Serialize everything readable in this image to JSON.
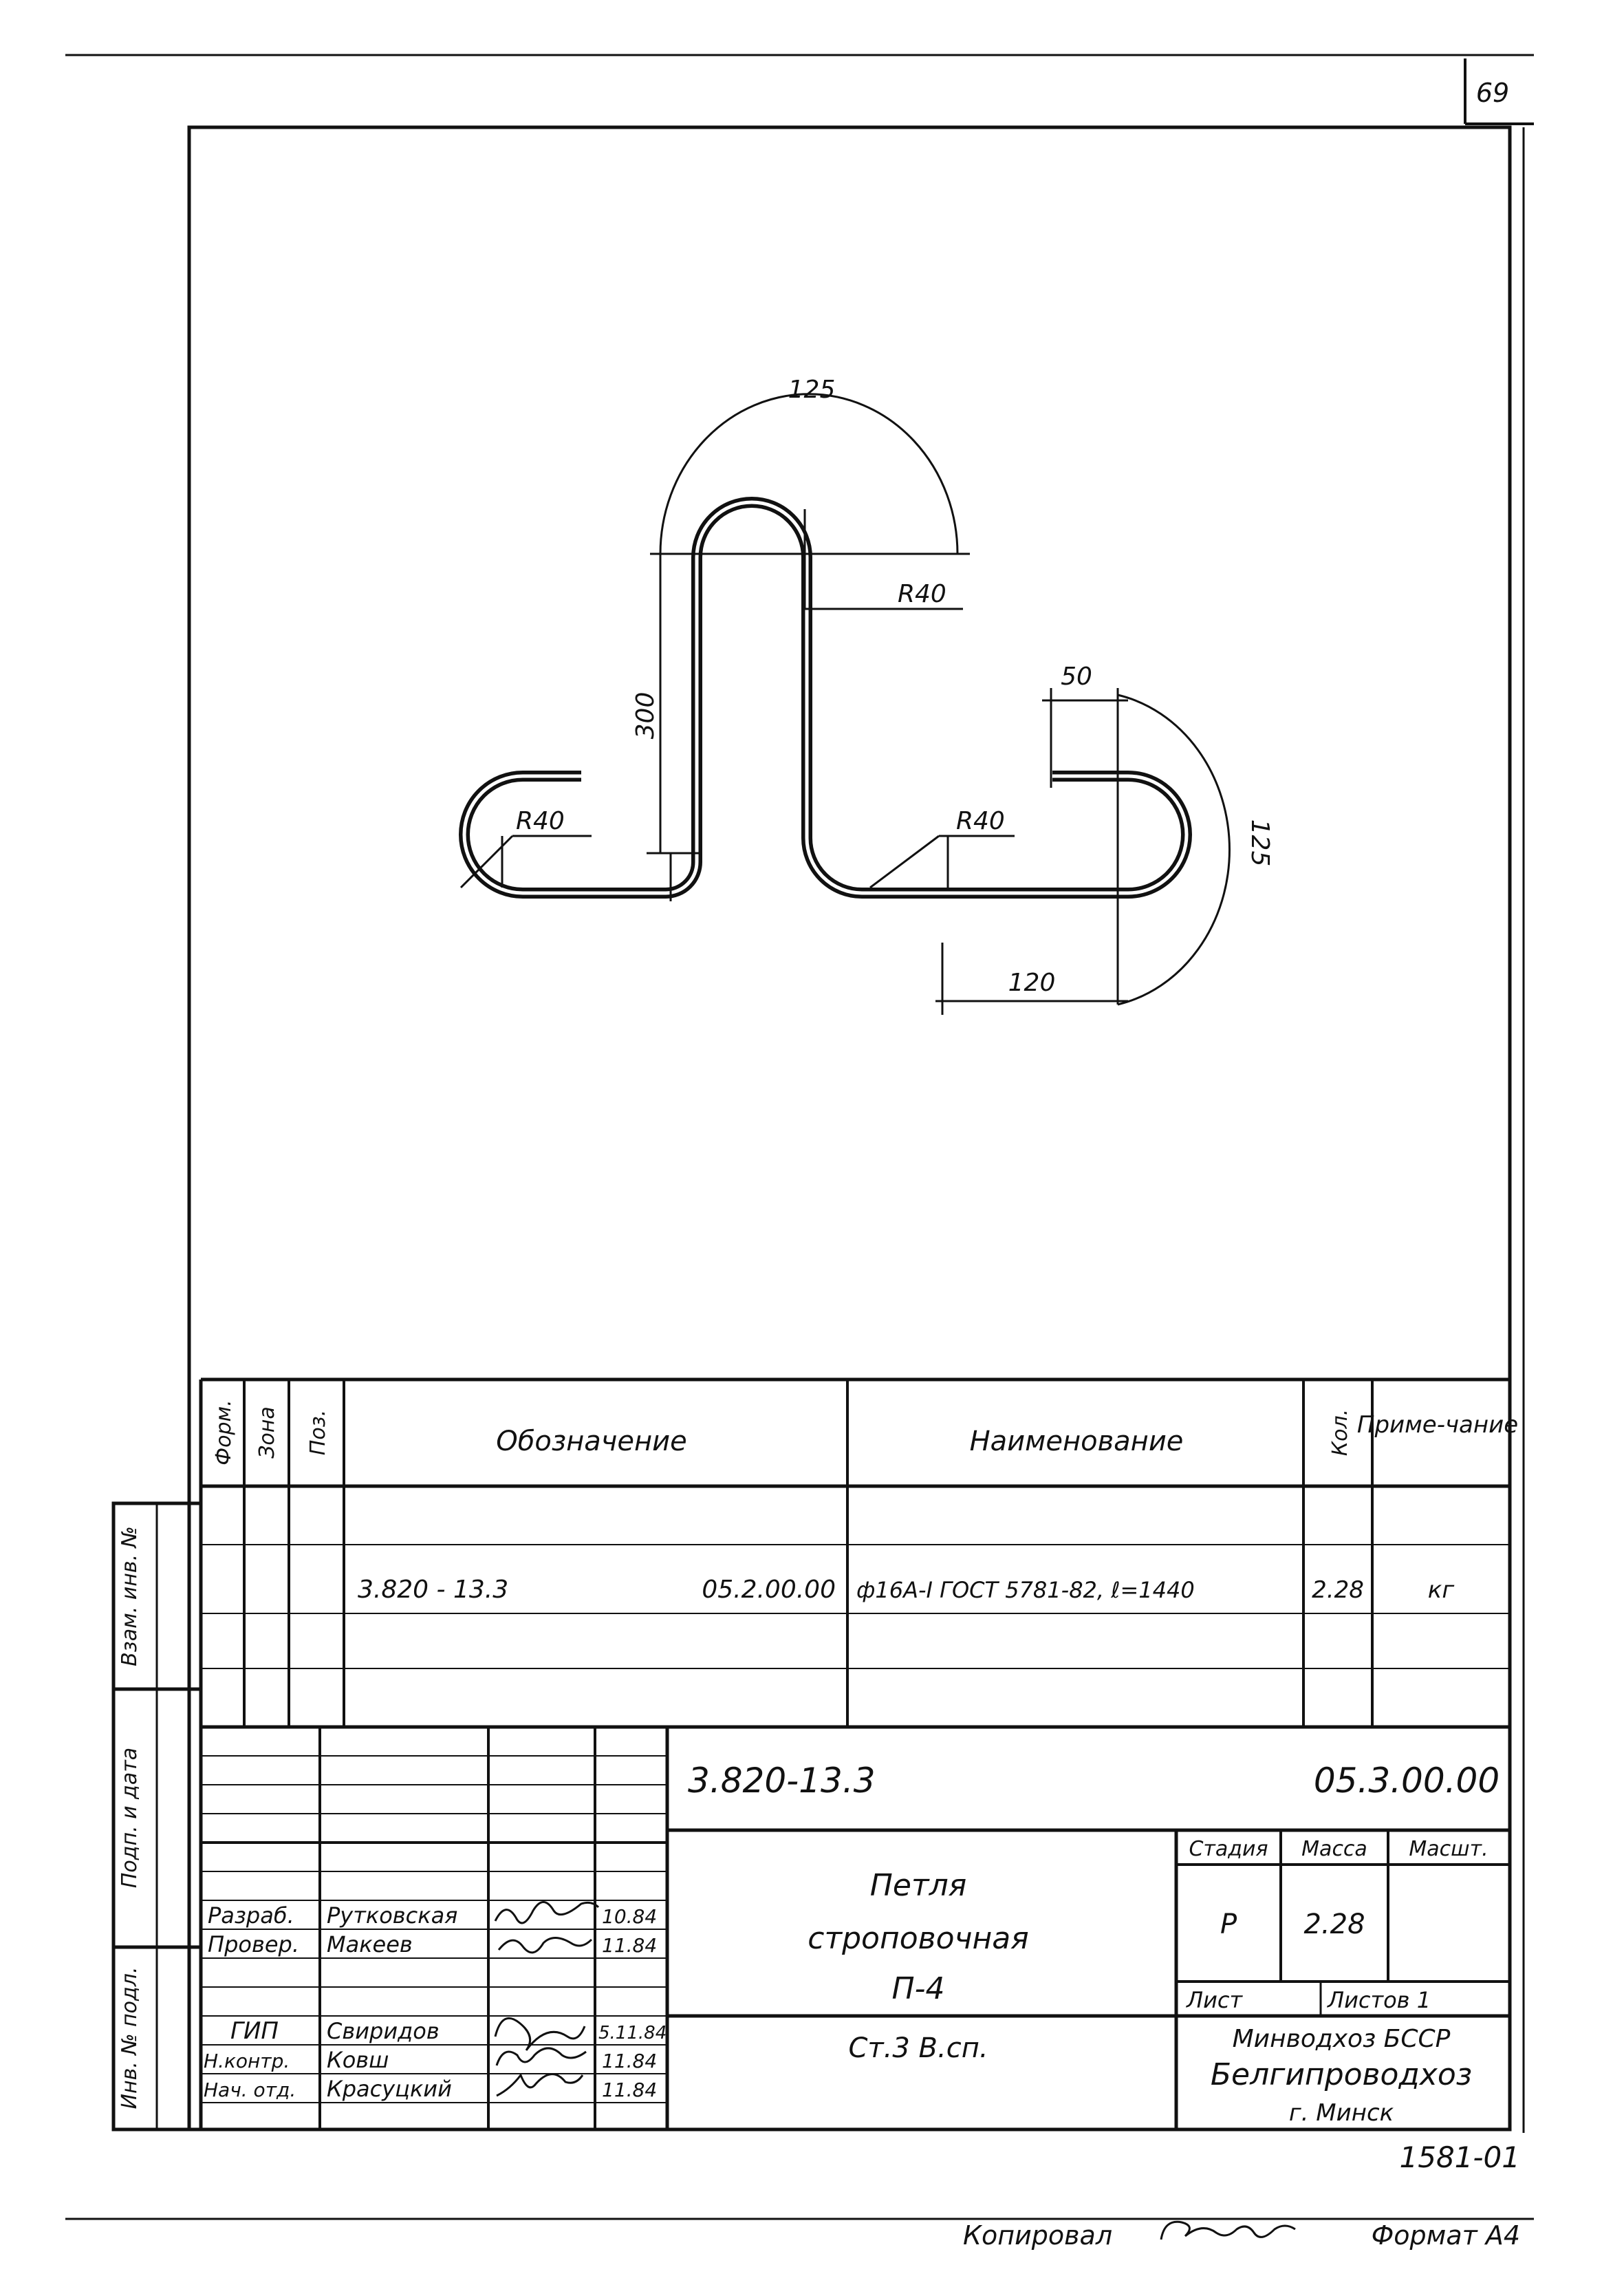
{
  "sheet": {
    "page_number": "69",
    "doc_code": "1581-01",
    "copied_by_label": "Копировал",
    "format_label": "Формат А4"
  },
  "drawing": {
    "dims": {
      "arc_top": "125",
      "r_top": "R40",
      "r_left": "R40",
      "r_right": "R40",
      "height": "300",
      "hook_width": "50",
      "arc_right": "125",
      "base_right": "120"
    }
  },
  "spec": {
    "headers": {
      "form": "Форм.",
      "zone": "Зона",
      "pos": "Поз.",
      "designation": "Обозначение",
      "name": "Наименование",
      "qty": "Кол.",
      "note": "Приме-чание"
    },
    "row": {
      "designation": "3.820 - 13.3",
      "code": "05.2.00.00",
      "name": "ф16А-I ГОСТ 5781-82, ℓ=1440",
      "qty": "2.28",
      "note": "кг"
    }
  },
  "side_labels": {
    "vzam": "Взам. инв. №",
    "podp": "Подп. и дата",
    "inv": "Инв. № подл."
  },
  "title_block": {
    "doc_number": "3.820-13.3",
    "doc_code": "05.3.00.00",
    "title_line1": "Петля",
    "title_line2": "строповочная",
    "title_line3": "П-4",
    "material": "Ст.3  В.сп.",
    "stage_label": "Стадия",
    "mass_label": "Масса",
    "scale_label": "Масшт.",
    "stage": "Р",
    "mass": "2.28",
    "sheet_label": "Лист",
    "sheets_label": "Листов 1",
    "org1": "Минводхоз БССР",
    "org2": "Белгипроводхоз",
    "city": "г. Минск",
    "staff": [
      {
        "role": "Разраб.",
        "name": "Рутковская",
        "date": "10.84"
      },
      {
        "role": "Провер.",
        "name": "Макеев",
        "date": "11.84"
      },
      {
        "role": "ГИП",
        "name": "Свиридов",
        "date": "5.11.84"
      },
      {
        "role": "Н.контр.",
        "name": "Ковш",
        "date": "11.84"
      },
      {
        "role": "Нач. отд.",
        "name": "Красуцкий",
        "date": "11.84"
      }
    ]
  }
}
